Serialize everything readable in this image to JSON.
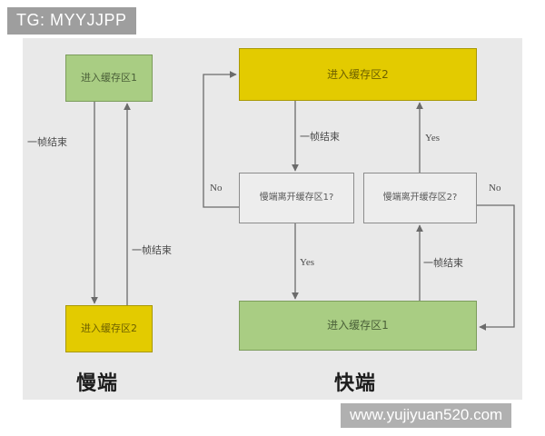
{
  "overlay": {
    "tag_text": "TG: MYYJJPP",
    "watermark_text": "www.yujiyuan520.com"
  },
  "diagram": {
    "slow_side": {
      "caption": "慢端",
      "nodes": {
        "buffer1": "进入缓存区1",
        "buffer2": "进入缓存区2"
      },
      "edges": {
        "down_label": "一帧结束",
        "up_label": "一帧结束"
      }
    },
    "fast_side": {
      "caption": "快端",
      "nodes": {
        "buffer2": "进入缓存区2",
        "decision1": "慢端离开缓存区1?",
        "decision2": "慢端离开缓存区2?",
        "buffer1": "进入缓存区1"
      },
      "edges": {
        "buf2_to_dec1": "一帧结束",
        "dec1_no": "No",
        "dec1_yes": "Yes",
        "dec2_yes": "Yes",
        "dec2_no": "No",
        "buf1_to_dec2": "一帧结束"
      }
    }
  },
  "colors": {
    "green_fill": "#a9cd83",
    "green_border": "#7c9c5c",
    "yellow_fill": "#e3cb00",
    "yellow_border": "#a89800",
    "plain_fill": "#ededed",
    "plain_border": "#8c8c8c",
    "panel_bg": "#e9e9e9",
    "wire": "#6b6b6b",
    "overlay_tag_bg": "#9e9e9e",
    "overlay_watermark_bg": "#b0b0b0"
  }
}
